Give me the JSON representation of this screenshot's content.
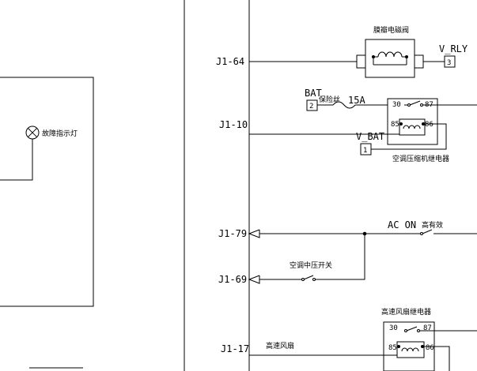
{
  "pins": {
    "j1_64": "J1-64",
    "j1_10": "J1-10",
    "j1_79": "J1-79",
    "j1_69": "J1-69",
    "j1_17": "J1-17"
  },
  "components": {
    "solenoid_valve": "膜瓣电磁阀",
    "v_rly": "V_RLY",
    "v_rly_num": "3",
    "bat": "BAT",
    "bat_num": "2",
    "fuse": "保险丝",
    "fuse_rating": "15A",
    "relay1_30": "30",
    "relay1_87": "87",
    "relay1_85": "85",
    "relay1_86": "86",
    "v_bat": "V_BAT",
    "v_bat_num": "1",
    "compressor_relay": "空调压缩机继电器",
    "ac_on": "AC ON",
    "active_high": "高有效",
    "ac_pressure_switch": "空调中压开关",
    "high_fan_relay": "高速风扇继电器",
    "relay2_30": "30",
    "relay2_87": "87",
    "relay2_85": "85",
    "relay2_86": "86",
    "high_fan": "高速风扇",
    "fault_lamp": "故障指示灯"
  },
  "colors": {
    "line": "#000000",
    "background": "#ffffff"
  }
}
